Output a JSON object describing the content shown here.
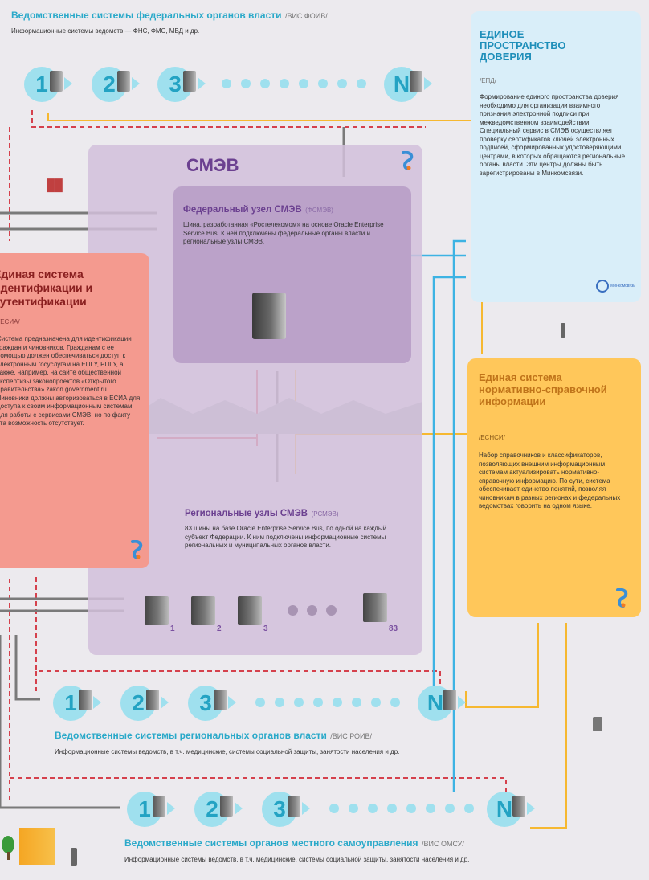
{
  "top_header": {
    "title": "Ведомственные системы федеральных органов власти",
    "abbr": "/ВИС ФОИВ/",
    "subtitle": "Информационные системы ведомств — ФНС, ФМС, МВД и др."
  },
  "node_labels": {
    "n1": "1",
    "n2": "2",
    "n3": "3",
    "nN": "N"
  },
  "smev": {
    "title": "СМЭВ"
  },
  "federal_node": {
    "title": "Федеральный узел СМЭВ",
    "abbr": "(ФСМЭВ)",
    "text": "Шина, разработанная «Ростелекомом» на основе Oracle Enterprise Service Bus. К ней подключены федеральные органы власти и региональные узлы СМЭВ."
  },
  "regional_nodes": {
    "title": "Региональные узлы СМЭВ",
    "abbr": "(РСМЭВ)",
    "text": "83 шины на базе Oracle Enterprise Service Bus, по одной на каждый субъект Федерации. К ним подключены информационные системы региональных и муниципальных органов власти.",
    "labels": {
      "s1": "1",
      "s2": "2",
      "s3": "3",
      "s83": "83"
    }
  },
  "epd": {
    "title": "ЕДИНОЕ ПРОСТРАНСТВО ДОВЕРИЯ",
    "abbr": "/ЕПД/",
    "text": "Формирование единого пространства доверия необходимо для организации взаимного признания электронной подписи при межведомственном взаимодействии. Специальный сервис в СМЭВ осуществляет проверку сертификатов ключей электронных подписей, сформированных удостоверяющими центрами, в которых обращаются региональные органы власти. Эти центры должны быть зарегистрированы в Минкомсвязи.",
    "logo": "Минкомсвязь"
  },
  "esia": {
    "title": "Единая система идентификации и аутентификации",
    "abbr": "/ЕСИА/",
    "text": "Система предназначена для идентификации граждан и чиновников. Гражданам с ее помощью должен обеспечиваться доступ к электронным госуслугам на ЕПГУ, РПГУ, а также, например, на сайте общественной экспертизы законопроектов «Открытого правительства» zakon.government.ru. Чиновники должны авторизоваться в ЕСИА для доступа к своим информационным системам для работы с сервисами СМЭВ, но по факту эта возможность отсутствует."
  },
  "esnsi": {
    "title": "Единая система нормативно-справочной информации",
    "abbr": "/ЕСНСИ/",
    "text": "Набор справочников и классификаторов, позволяющих внешним информационным системам актуализировать нормативно-справочную информацию. По сути, система обеспечивает единство понятий, позволяя чиновникам в разных регионах и федеральных ведомствах говорить на одном языке."
  },
  "region_header": {
    "title": "Ведомственные системы региональных органов власти",
    "abbr": "/ВИС РОИВ/",
    "subtitle": "Информационные системы ведомств, в т.ч. медицинские, системы социальной защиты, занятости населения и др."
  },
  "local_header": {
    "title": "Ведомственные системы органов местного самоуправления",
    "abbr": "/ВИС ОМСУ/",
    "subtitle": "Информационные системы ведомств, в т.ч. медицинские, системы социальной защиты, занятости населения и др."
  },
  "colors": {
    "accent_cyan": "#2aa9c9",
    "smev_purple": "#7a50a0",
    "esia_red": "#f49a8f",
    "esnsi_orange": "#ffc75a",
    "epd_blue": "#d9eef9",
    "line_red": "#d5414d",
    "line_yellow": "#f6b830",
    "line_blue": "#3db3e3",
    "line_gray": "#7a7a7a"
  }
}
